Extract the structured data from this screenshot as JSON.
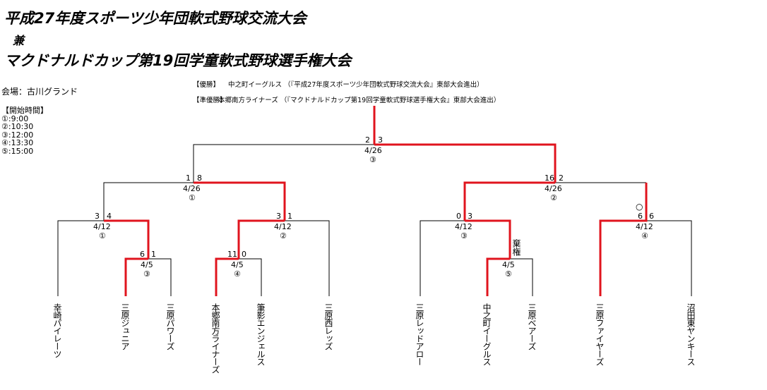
{
  "title": {
    "line1": "平成27年度スポーツ少年団軟式野球交流大会",
    "line2": "兼",
    "line3": "マクドナルドカップ第19回学童軟式野球選手権大会"
  },
  "venue": "会場：古川グランド",
  "start_times": {
    "heading": "【開始時間】",
    "items": [
      "①:9:00",
      "②:10:30",
      "③:12:00",
      "④:13:30",
      "⑤:15:00"
    ]
  },
  "results": {
    "champion_label": "【優勝】",
    "champion_text": "中之町イーグルス （『平成27年度スポーツ少年団軟式野球交流大会』東部大会進出）",
    "runner_up_label": "【準優勝】",
    "runner_up_text": "本郷南方ライナーズ （『マクドナルドカップ第19回学童軟式野球選手権大会』東部大会進出）"
  },
  "teams": [
    "幸崎パイレーツ",
    "三原ジュニア",
    "三原パワーズ",
    "本郷南方ライナーズ",
    "筆影エンジェルス",
    "三原西レッズ",
    "三原レッドアロー",
    "中之町イーグルス",
    "三原ベアーズ",
    "三原ファイヤーズ",
    "沼田東ヤンキース"
  ],
  "matches": {
    "final": {
      "score_left": "2",
      "score_right": "3",
      "date": "4/26",
      "slot": "③"
    },
    "sf_left": {
      "score_left": "1",
      "score_right": "8",
      "date": "4/26",
      "slot": "①"
    },
    "sf_right": {
      "score_left": "16",
      "score_right": "2",
      "date": "4/26",
      "slot": "②"
    },
    "qf1": {
      "score_left": "3",
      "score_right": "4",
      "date": "4/12",
      "slot": "①"
    },
    "qf2": {
      "score_left": "3",
      "score_right": "1",
      "date": "4/12",
      "slot": "②"
    },
    "qf3": {
      "score_left": "0",
      "score_right": "3",
      "date": "4/12",
      "slot": "③"
    },
    "qf4": {
      "mark": "○",
      "score_left": "6",
      "score_right": "6",
      "date": "4/12",
      "slot": "④"
    },
    "r1a": {
      "score_left": "6",
      "score_right": "1",
      "date": "4/5",
      "slot": "③"
    },
    "r1b": {
      "score_left": "11",
      "score_right": "0",
      "date": "4/5",
      "slot": "④"
    },
    "r1c": {
      "note": "棄権",
      "date": "4/5",
      "slot": "⑤"
    }
  },
  "colors": {
    "winner_line": "#e0141e",
    "line": "#000000"
  }
}
